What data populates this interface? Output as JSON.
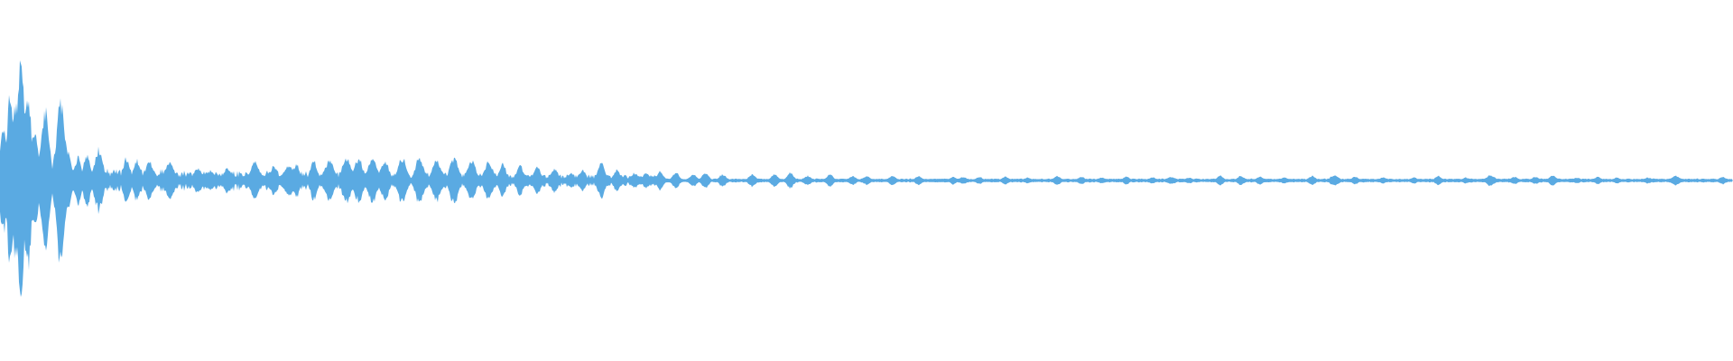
{
  "waveform": {
    "color": "#5aaae2",
    "background": "#ffffff",
    "bursts": [
      [
        0.002,
        0.004,
        0.35
      ],
      [
        0.006,
        0.004,
        0.55
      ],
      [
        0.009,
        0.004,
        0.5
      ],
      [
        0.012,
        0.004,
        0.85
      ],
      [
        0.016,
        0.004,
        0.6
      ],
      [
        0.02,
        0.004,
        0.35
      ],
      [
        0.026,
        0.005,
        0.45
      ],
      [
        0.033,
        0.004,
        0.25
      ],
      [
        0.035,
        0.005,
        0.55
      ],
      [
        0.039,
        0.004,
        0.2
      ],
      [
        0.045,
        0.004,
        0.15
      ],
      [
        0.05,
        0.004,
        0.18
      ],
      [
        0.057,
        0.005,
        0.2
      ],
      [
        0.066,
        0.004,
        0.06
      ],
      [
        0.073,
        0.004,
        0.15
      ],
      [
        0.079,
        0.004,
        0.13
      ],
      [
        0.086,
        0.004,
        0.13
      ],
      [
        0.098,
        0.005,
        0.13
      ],
      [
        0.114,
        0.005,
        0.08
      ],
      [
        0.121,
        0.005,
        0.06
      ],
      [
        0.131,
        0.004,
        0.08
      ],
      [
        0.147,
        0.005,
        0.12
      ],
      [
        0.158,
        0.004,
        0.1
      ],
      [
        0.167,
        0.006,
        0.1
      ],
      [
        0.171,
        0.004,
        0.11
      ],
      [
        0.181,
        0.004,
        0.13
      ],
      [
        0.19,
        0.006,
        0.13
      ],
      [
        0.2,
        0.005,
        0.15
      ],
      [
        0.207,
        0.005,
        0.14
      ],
      [
        0.215,
        0.005,
        0.15
      ],
      [
        0.222,
        0.005,
        0.13
      ],
      [
        0.232,
        0.005,
        0.15
      ],
      [
        0.242,
        0.005,
        0.15
      ],
      [
        0.252,
        0.005,
        0.14
      ],
      [
        0.262,
        0.005,
        0.15
      ],
      [
        0.272,
        0.005,
        0.13
      ],
      [
        0.282,
        0.005,
        0.12
      ],
      [
        0.29,
        0.004,
        0.11
      ],
      [
        0.3,
        0.004,
        0.1
      ],
      [
        0.31,
        0.004,
        0.1
      ],
      [
        0.32,
        0.004,
        0.08
      ],
      [
        0.33,
        0.003,
        0.05
      ],
      [
        0.336,
        0.004,
        0.07
      ],
      [
        0.347,
        0.004,
        0.12
      ],
      [
        0.356,
        0.004,
        0.07
      ],
      [
        0.366,
        0.004,
        0.05
      ],
      [
        0.373,
        0.004,
        0.05
      ],
      [
        0.381,
        0.004,
        0.06
      ],
      [
        0.39,
        0.004,
        0.05
      ],
      [
        0.4,
        0.004,
        0.04
      ],
      [
        0.407,
        0.004,
        0.05
      ],
      [
        0.417,
        0.004,
        0.04
      ],
      [
        0.434,
        0.004,
        0.04
      ],
      [
        0.447,
        0.004,
        0.04
      ],
      [
        0.456,
        0.004,
        0.05
      ],
      [
        0.466,
        0.004,
        0.03
      ],
      [
        0.479,
        0.004,
        0.04
      ],
      [
        0.492,
        0.004,
        0.03
      ],
      [
        0.5,
        0.004,
        0.03
      ],
      [
        0.515,
        0.004,
        0.03
      ],
      [
        0.53,
        0.004,
        0.03
      ],
      [
        0.55,
        0.004,
        0.025
      ],
      [
        0.556,
        0.004,
        0.025
      ],
      [
        0.565,
        0.004,
        0.025
      ],
      [
        0.58,
        0.004,
        0.025
      ],
      [
        0.593,
        0.004,
        0.02
      ],
      [
        0.61,
        0.004,
        0.03
      ],
      [
        0.624,
        0.004,
        0.025
      ],
      [
        0.636,
        0.004,
        0.02
      ],
      [
        0.65,
        0.004,
        0.025
      ],
      [
        0.665,
        0.004,
        0.02
      ],
      [
        0.676,
        0.005,
        0.025
      ],
      [
        0.686,
        0.004,
        0.02
      ],
      [
        0.704,
        0.004,
        0.03
      ],
      [
        0.716,
        0.004,
        0.03
      ],
      [
        0.727,
        0.004,
        0.025
      ],
      [
        0.741,
        0.004,
        0.02
      ],
      [
        0.757,
        0.004,
        0.03
      ],
      [
        0.77,
        0.005,
        0.035
      ],
      [
        0.782,
        0.004,
        0.025
      ],
      [
        0.798,
        0.004,
        0.02
      ],
      [
        0.816,
        0.004,
        0.02
      ],
      [
        0.83,
        0.004,
        0.03
      ],
      [
        0.846,
        0.004,
        0.02
      ],
      [
        0.86,
        0.005,
        0.035
      ],
      [
        0.874,
        0.004,
        0.025
      ],
      [
        0.886,
        0.004,
        0.025
      ],
      [
        0.896,
        0.004,
        0.035
      ],
      [
        0.91,
        0.004,
        0.02
      ],
      [
        0.922,
        0.004,
        0.025
      ],
      [
        0.933,
        0.004,
        0.02
      ],
      [
        0.951,
        0.004,
        0.02
      ],
      [
        0.967,
        0.005,
        0.03
      ],
      [
        0.994,
        0.004,
        0.025
      ]
    ],
    "noise_floor": 0.012,
    "dense_region": [
      0.0,
      0.38
    ],
    "dense_amplitude": 0.08
  }
}
